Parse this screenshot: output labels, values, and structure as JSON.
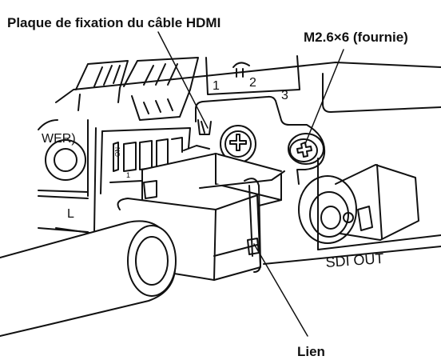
{
  "callouts": {
    "plate": "Plaque de fixation du câble HDMI",
    "screw": "M2.6×6 (fournie)",
    "tie": "Lien"
  },
  "panel": {
    "power_fragment": "WER)",
    "channel_letter": "L",
    "numbers": [
      "1",
      "2",
      "3"
    ],
    "switch_marks": [
      "ON",
      "1"
    ],
    "sdi_label": "SDI OUT"
  }
}
